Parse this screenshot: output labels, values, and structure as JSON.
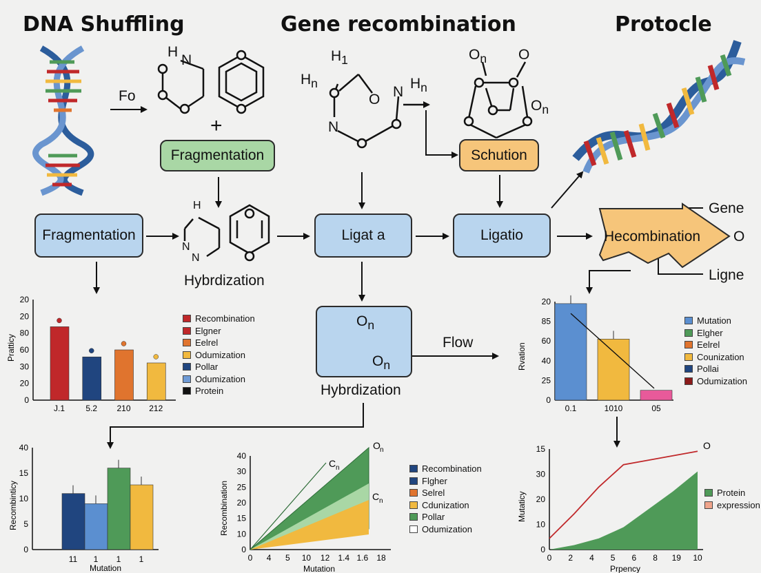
{
  "titles": {
    "left": "DNA Shuffling",
    "center": "Gene recombination",
    "right": "Protocle"
  },
  "boxes": {
    "fragmentation_top": "Fragmentation",
    "solution": "Schution",
    "fragmentation_left": "Fragmentation",
    "ligata": "Ligat a",
    "ligatio": "Ligatio",
    "hecombination": "Hecombination",
    "hybridization_box_text": "Hybrdization"
  },
  "labels": {
    "fo": "Fo",
    "plus": "+",
    "hybridization_mid": "Hybrdization",
    "flow": "Flow",
    "gene": "Gene",
    "ligne": "Ligne",
    "o_arrow": "O",
    "h_top_left": "H",
    "h1": "H",
    "h1_sub": "1",
    "hn_left": "H",
    "hn_left_sub": "n",
    "n_chain": "N",
    "n_chain2": "N",
    "o_chain1": "O",
    "hn_right": "H",
    "hn_right_sub": "n",
    "on_top": "O",
    "on_top_sub": "n",
    "o_top": "O",
    "on_right": "O",
    "on_right_sub": "n",
    "h_mid": "H",
    "n_mid1": "N",
    "n_mid2": "N",
    "on_box1": "O",
    "on_box1_sub": "n",
    "on_box2": "O",
    "on_box2_sub": "n"
  },
  "colors": {
    "red": "#c0282a",
    "navy": "#20457f",
    "orange": "#e0742e",
    "gold": "#f1b93f",
    "blue": "#5b8fd0",
    "green": "#4f9a58",
    "lightgreen": "#a9d7a5",
    "black": "#111111"
  },
  "chart_data": [
    {
      "type": "bar",
      "ylabel": "Pratticy",
      "ticks": [
        "20",
        "20",
        "80",
        "60",
        "30",
        "20",
        "0"
      ],
      "categories": [
        "J.1",
        "5.2",
        "210",
        "212"
      ],
      "values": [
        73,
        43,
        50,
        37
      ],
      "ymax": 100,
      "bar_colors": [
        "#c0282a",
        "#20457f",
        "#e0742e",
        "#f1b93f"
      ],
      "dot_colors": [
        "#c0282a",
        "#20457f",
        "#e0742e",
        "#f1b93f"
      ],
      "legend": [
        {
          "label": "Recombination",
          "color": "#c0282a"
        },
        {
          "label": "Elgner",
          "color": "#c0282a"
        },
        {
          "label": "Eelrel",
          "color": "#e0742e"
        },
        {
          "label": "Odumization",
          "color": "#f1b93f"
        },
        {
          "label": "Pollar",
          "color": "#20457f"
        },
        {
          "label": "Odumization",
          "color": "#6f9bd6"
        },
        {
          "label": "Protein",
          "color": "#111111"
        }
      ]
    },
    {
      "type": "bar",
      "ylabel": "Rvation",
      "ticks": [
        "20",
        "85",
        "60",
        "40",
        "25",
        "0"
      ],
      "categories": [
        "0.1",
        "1010",
        "05"
      ],
      "values": [
        98,
        62,
        10
      ],
      "ymax": 100,
      "bar_colors": [
        "#5b8fd0",
        "#f1b93f",
        "#e85a9a"
      ],
      "legend": [
        {
          "label": "Mutation",
          "color": "#5b8fd0"
        },
        {
          "label": "Elgher",
          "color": "#4f9a58"
        },
        {
          "label": "Eelrel",
          "color": "#e0742e"
        },
        {
          "label": "Counization",
          "color": "#f1b93f"
        },
        {
          "label": "Pollai",
          "color": "#20457f"
        },
        {
          "label": "Odumization",
          "color": "#8b1a1a"
        }
      ]
    },
    {
      "type": "bar",
      "ylabel": "Recombinticy",
      "xlabel": "Mutation",
      "ticks": [
        "40",
        "15",
        "10",
        "5",
        "0"
      ],
      "categories": [
        "11",
        "1",
        "1",
        "1"
      ],
      "values": [
        11,
        9,
        16,
        12.7
      ],
      "ymax": 20,
      "bar_colors": [
        "#20457f",
        "#5b8fd0",
        "#4f9a58",
        "#f1b93f"
      ]
    },
    {
      "type": "area",
      "ylabel": "Recombination",
      "xlabel": "Mutation",
      "yticks": [
        "40",
        "30",
        "25",
        "20",
        "15",
        "10",
        "0"
      ],
      "xticks": [
        "0",
        "4",
        "5",
        "10",
        "12",
        "1.4",
        "1.6",
        "18"
      ],
      "annotations": [
        "O",
        "C",
        "C"
      ],
      "annotation_subs": [
        "n",
        "n",
        "n"
      ],
      "legend": [
        {
          "label": "Recombination",
          "color": "#20457f"
        },
        {
          "label": "Flgher",
          "color": "#20457f"
        },
        {
          "label": "Selrel",
          "color": "#e0742e"
        },
        {
          "label": "Cdunization",
          "color": "#f1b93f"
        },
        {
          "label": "Pollar",
          "color": "#4f9a58"
        },
        {
          "label": "Odumization",
          "color": "#ffffff"
        }
      ]
    },
    {
      "type": "area",
      "ylabel": "Mutaticy",
      "xlabel": "Prpency",
      "yticks": [
        "15",
        "30",
        "20",
        "10",
        "0"
      ],
      "xticks": [
        "0",
        "2",
        "4",
        "5",
        "6",
        "8",
        "19",
        "10"
      ],
      "area_values": [
        0,
        2,
        5,
        10,
        18,
        26,
        35
      ],
      "line_values": [
        5,
        16,
        28,
        38,
        40,
        42,
        44
      ],
      "legend": [
        {
          "label": "Protein",
          "color": "#4f9a58"
        },
        {
          "label": "expression",
          "color": "#f0a58c"
        }
      ]
    }
  ]
}
